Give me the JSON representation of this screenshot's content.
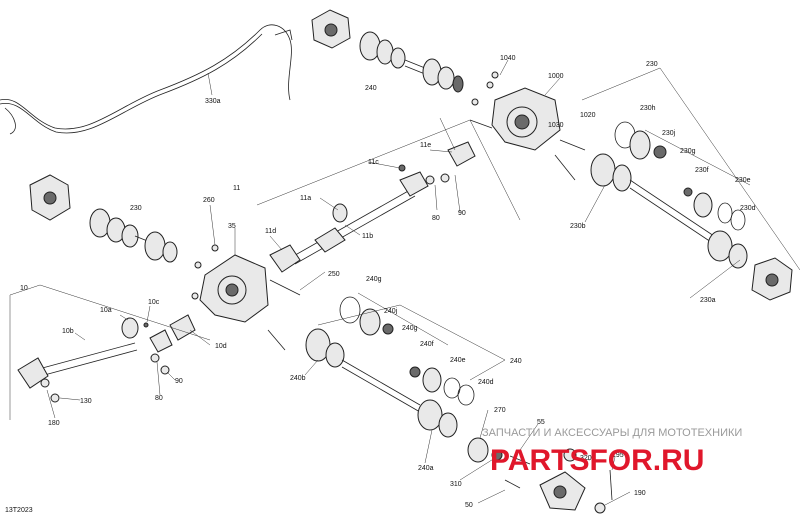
{
  "diagram": {
    "reference_code": "13T2023",
    "labels": {
      "l10": "10",
      "l10a": "10a",
      "l10b": "10b",
      "l10c": "10c",
      "l10d": "10d",
      "l11": "11",
      "l11a": "11a",
      "l11b": "11b",
      "l11c": "11c",
      "l11d": "11d",
      "l11e": "11e",
      "l35": "35",
      "l50": "50",
      "l55": "55",
      "l80a": "80",
      "l80b": "80",
      "l90a": "90",
      "l90b": "90",
      "l130": "130",
      "l180": "180",
      "l190": "190",
      "l195": "195",
      "l230a": "230",
      "l230b": "230",
      "l230a_sub": "230a",
      "l230b_sub": "230b",
      "l230d": "230d",
      "l230e": "230e",
      "l230f": "230f",
      "l230g": "230g",
      "l230h": "230h",
      "l230j": "230j",
      "l240a": "240",
      "l240b": "240",
      "l240a_sub": "240a",
      "l240b_sub": "240b",
      "l240d": "240d",
      "l240e": "240e",
      "l240f": "240f",
      "l240g": "240g",
      "l240g2": "240g",
      "l240j": "240j",
      "l250": "250",
      "l260": "260",
      "l270": "270",
      "l310": "310",
      "l320": "320",
      "l330a": "330a",
      "l1000": "1000",
      "l1020": "1020",
      "l1030": "1030",
      "l1040": "1040"
    }
  },
  "watermark": {
    "tagline": "ЗАПЧАСТИ И АКСЕССУАРЫ ДЛЯ МОТОТЕХНИКИ",
    "brand": "PARTSFOR.RU"
  }
}
